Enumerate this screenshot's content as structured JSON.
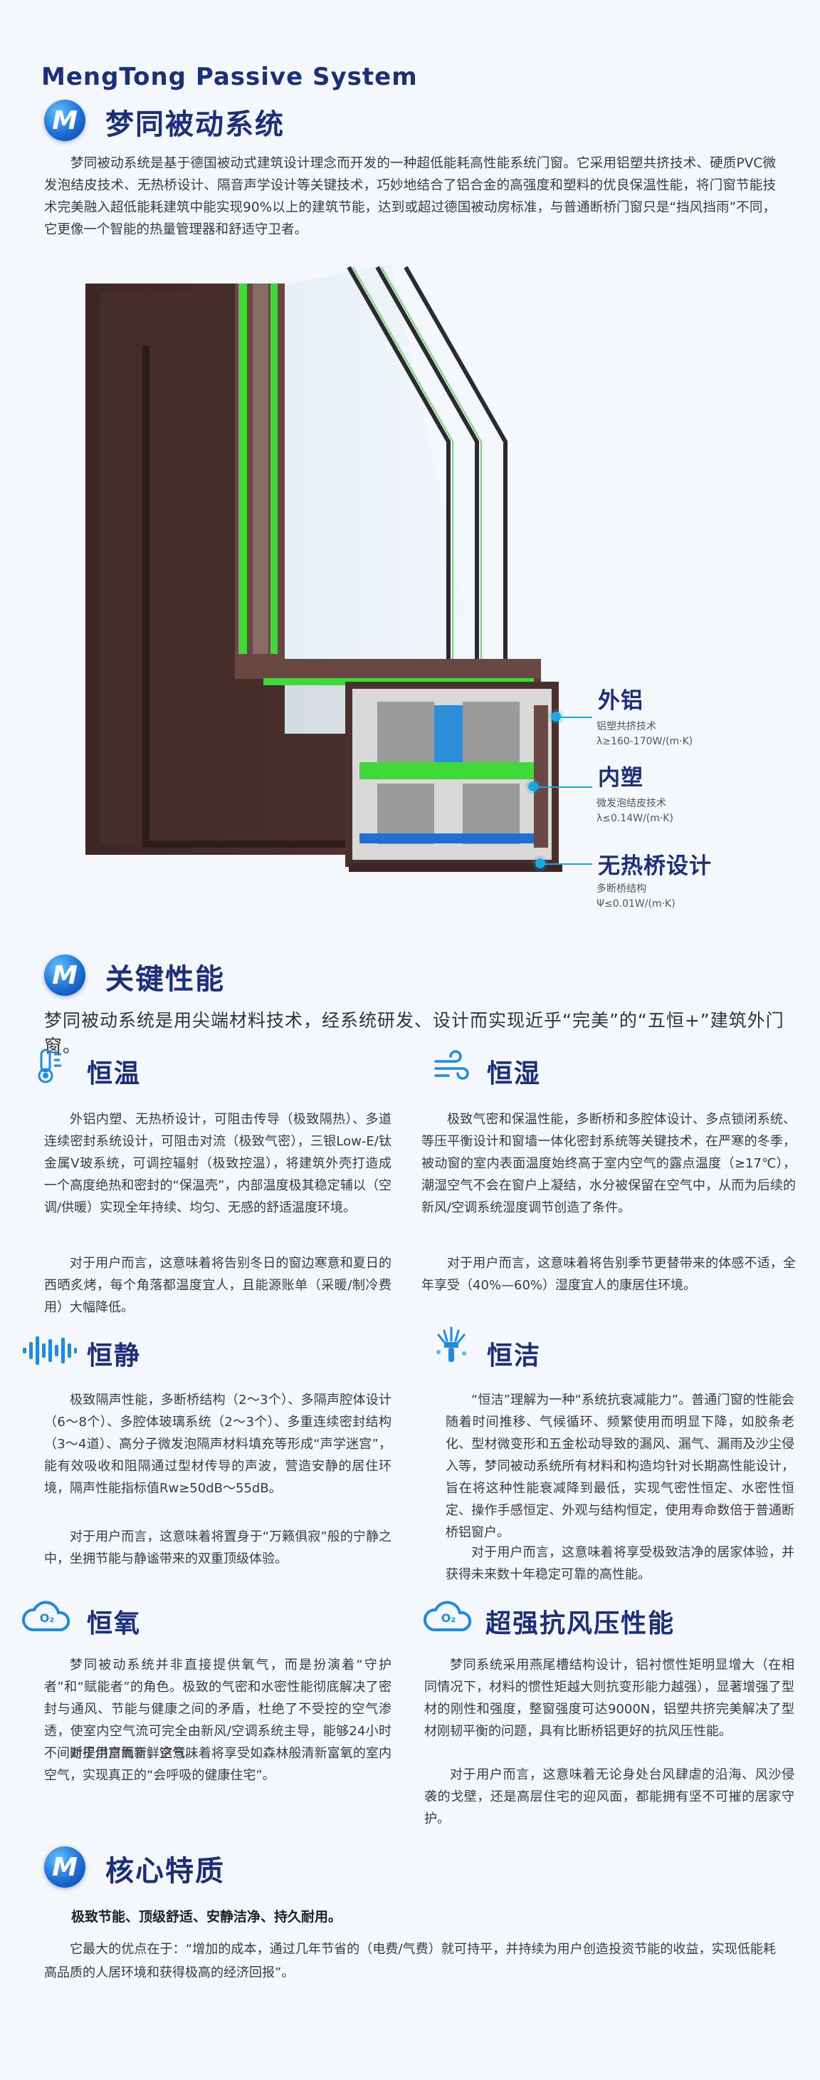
{
  "header": {
    "en_title": "MengTong Passive System",
    "logo_letter": "M",
    "title": "梦同被动系统",
    "intro": "梦同被动系统是基于德国被动式建筑设计理念而开发的一种超低能耗高性能系统门窗。它采用铝塑共挤技术、硬质PVC微发泡结皮技术、无热桥设计、隔音声学设计等关键技术，巧妙地结合了铝合金的高强度和塑料的优良保温性能，将门窗节能技术完美融入超低能耗建筑中能实现90%以上的建筑节能，达到或超过德国被动房标准，与普通断桥门窗只是“挡风挡雨”不同，它更像一个智能的热量管理器和舒适守卫者。"
  },
  "profile_labels": [
    {
      "title": "外铝",
      "line1": "铝塑共挤技术",
      "line2": "λ≥160-170W/(m·K)"
    },
    {
      "title": "内塑",
      "line1": "微发泡结皮技术",
      "line2": "λ≤0.14W/(m·K)"
    },
    {
      "title": "无热桥设计",
      "line1": "多断桥结构",
      "line2": "Ψ≤0.01W/(m·K)"
    }
  ],
  "key_section": {
    "title": "关键性能",
    "intro": "梦同被动系统是用尖端材料技术，经系统研发、设计而实现近乎“完美”的“五恒+”建筑外门窗。"
  },
  "features": {
    "temp": {
      "title": "恒温",
      "icon": "thermometer-icon",
      "p1": "外铝内塑、无热桥设计，可阻击传导（极致隔热）、多道连续密封系统设计，可阻击对流（极致气密），三银Low-E/钛金属V玻系统，可调控辐射（极致控温），将建筑外壳打造成一个高度绝热和密封的“保温壳”，内部温度极其稳定辅以（空调/供暖）实现全年持续、均匀、无感的舒适温度环境。",
      "p2": "对于用户而言，这意味着将告别冬日的窗边寒意和夏日的西晒炙烤，每个角落都温度宜人，且能源账单（采暖/制冷费用）大幅降低。"
    },
    "humid": {
      "title": "恒湿",
      "icon": "wind-icon",
      "p1": "极致气密和保温性能，多断桥和多腔体设计、多点锁闭系统、等压平衡设计和窗墙一体化密封系统等关键技术，在严寒的冬季，被动窗的室内表面温度始终高于室内空气的露点温度（≥17℃），潮湿空气不会在窗户上凝结，水分被保留在空气中，从而为后续的新风/空调系统湿度调节创造了条件。",
      "p2": "对于用户而言，这意味着将告别季节更替带来的体感不适，全年享受（40%—60%）湿度宜人的康居住环境。"
    },
    "quiet": {
      "title": "恒静",
      "icon": "sound-wave-icon",
      "p1": "极致隔声性能，多断桥结构（2～3个）、多隔声腔体设计（6～8个）、多腔体玻璃系统（2～3个）、多重连续密封结构（3～4道）、高分子微发泡隔声材料填充等形成“声学迷宫”，能有效吸收和阻隔通过型材传导的声波，营造安静的居住环境，隔声性能指标值Rw≥50dB～55dB。",
      "p2": "对于用户而言，这意味着将置身于“万籁俱寂”般的宁静之中，坐拥节能与静谧带来的双重顶级体验。"
    },
    "clean": {
      "title": "恒洁",
      "icon": "brush-icon",
      "p1": "“恒洁”理解为一种“系统抗衰减能力”。普通门窗的性能会随着时间推移、气候循环、频繁使用而明显下降，如胶条老化、型材微变形和五金松动导致的漏风、漏气、漏雨及沙尘侵入等，梦同被动系统所有材料和构造均针对长期高性能设计，旨在将这种性能衰减降到最低，实现气密性恒定、水密性恒定、操作手感恒定、外观与结构恒定，使用寿命数倍于普通断桥铝窗户。",
      "p2": "对于用户而言，这意味着将享受极致洁净的居家体验，并获得未来数十年稳定可靠的高性能。"
    },
    "oxygen": {
      "title": "恒氧",
      "icon": "oxygen-cloud-icon",
      "badge": "O₂",
      "p1": "梦同被动系统并非直接提供氧气，而是扮演着“守护者”和“赋能者”的角色。极致的气密和水密性能彻底解决了密封与通风、节能与健康之间的矛盾，杜绝了不受控的空气渗透，使室内空气流可完全由新风/空调系统主导，能够24小时不间断提供富氧新鲜空气。",
      "p2": "对于用户而言，这意味着将享受如森林般清新富氧的室内空气，实现真正的“会呼吸的健康住宅”。"
    },
    "wind": {
      "title": "超强抗风压性能",
      "icon": "oxygen-cloud-icon",
      "badge": "O₂",
      "p1": "梦同系统采用燕尾槽结构设计，铝衬惯性矩明显增大（在相同情况下，材料的惯性矩越大则抗变形能力越强），显著增强了型材的刚性和强度，整窗强度可达9000N，铝塑共挤完美解决了型材刚韧平衡的问题，具有比断桥铝更好的抗风压性能。",
      "p2": "对于用户而言，这意味着无论身处台风肆虐的沿海、风沙侵袭的戈壁，还是高层住宅的迎风面，都能拥有坚不可摧的居家守护。"
    }
  },
  "core": {
    "title": "核心特质",
    "bold": "极致节能、顶级舒适、安静洁净、持久耐用。",
    "text": "它最大的优点在于：“增加的成本，通过几年节省的（电费/气费）就可持平，并持续为用户创造投资节能的收益，实现低能耗高品质的人居环境和获得极高的经济回报”。"
  },
  "colors": {
    "brand": "#1b2f7a",
    "accent": "#1aa8e0",
    "frame": "#4a2f2c",
    "gasket": "#3fd93a"
  }
}
